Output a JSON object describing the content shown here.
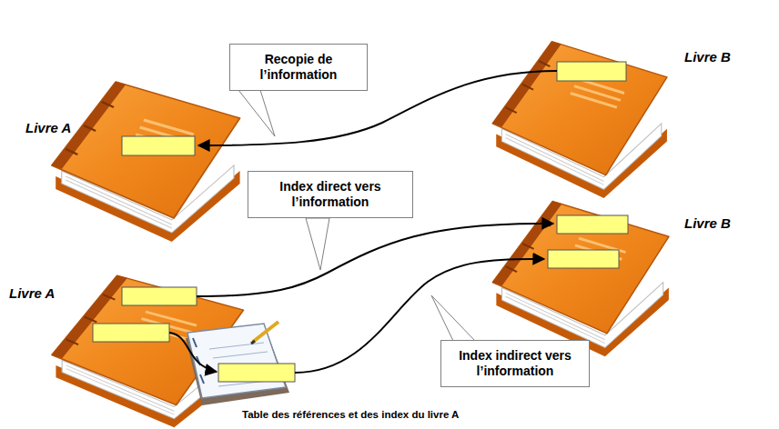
{
  "diagram": {
    "nodes": [
      {
        "text": [
          "Recopie de l’information"
        ]
      },
      {
        "text": [
          "Index direct vers l’information"
        ]
      },
      {
        "text": [
          "Index indirect vers l’information"
        ]
      }
    ],
    "labels": [
      "Livre A",
      "Livre B",
      "Livre A",
      "Livre B",
      "Table des références et des index du livre A"
    ]
  }
}
